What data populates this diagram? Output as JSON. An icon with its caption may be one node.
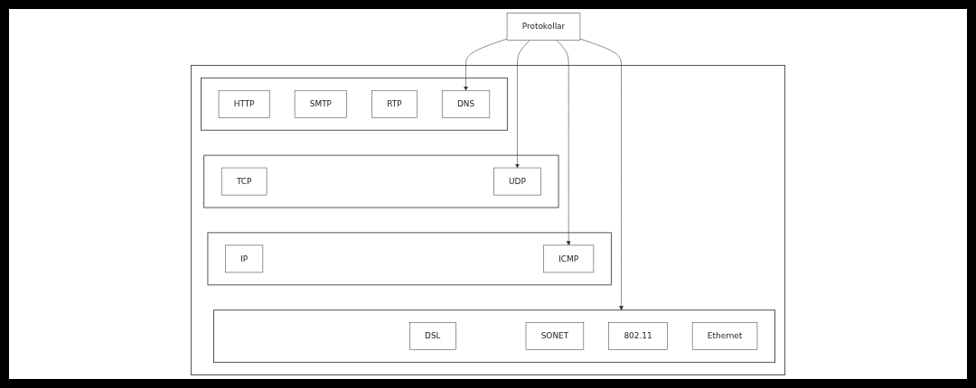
{
  "diagram": {
    "nodes": [
      {
        "text": [],
        "shape": "box"
      },
      {
        "text": [],
        "shape": "box",
        "in": 0
      },
      {
        "text": [
          "HTTP"
        ],
        "in": 1
      },
      {
        "text": [
          "SMTP"
        ],
        "in": 1
      },
      {
        "text": [
          "RTP"
        ],
        "in": 1
      },
      {
        "text": [
          "DNS"
        ],
        "in": 1
      },
      {
        "text": [],
        "shape": "box",
        "in": 0
      },
      {
        "text": [
          "TCP"
        ],
        "in": 6
      },
      {
        "text": [
          "UDP"
        ],
        "in": 6
      },
      {
        "text": [],
        "shape": "box",
        "in": 0
      },
      {
        "text": [
          "IP"
        ],
        "in": 9
      },
      {
        "text": [
          "ICMP"
        ],
        "in": 9
      },
      {
        "text": [],
        "shape": "box",
        "in": 0
      },
      {
        "text": [
          "DSL"
        ],
        "in": 12
      },
      {
        "text": [
          "SONET"
        ],
        "in": 12
      },
      {
        "text": [
          "802.11"
        ],
        "in": 12
      },
      {
        "text": [
          "Ethernet"
        ],
        "in": 12
      },
      {
        "text": [
          "Protokollar"
        ]
      }
    ],
    "edges": [
      {
        "from": 17,
        "to": 5,
        "arrow": "to"
      },
      {
        "from": 17,
        "to": 8,
        "arrow": "to"
      },
      {
        "from": 17,
        "to": 11,
        "arrow": "to"
      },
      {
        "from": 17,
        "to": 12,
        "arrow": "to"
      }
    ]
  }
}
